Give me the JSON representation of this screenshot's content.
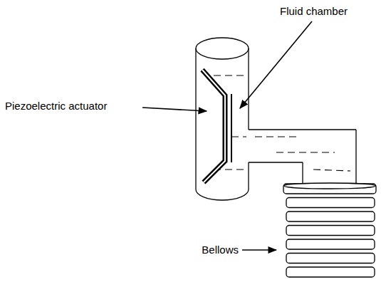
{
  "diagram": {
    "labels": [
      "Fluid chamber",
      "Piezoelectric actuator",
      "Bellows"
    ]
  }
}
